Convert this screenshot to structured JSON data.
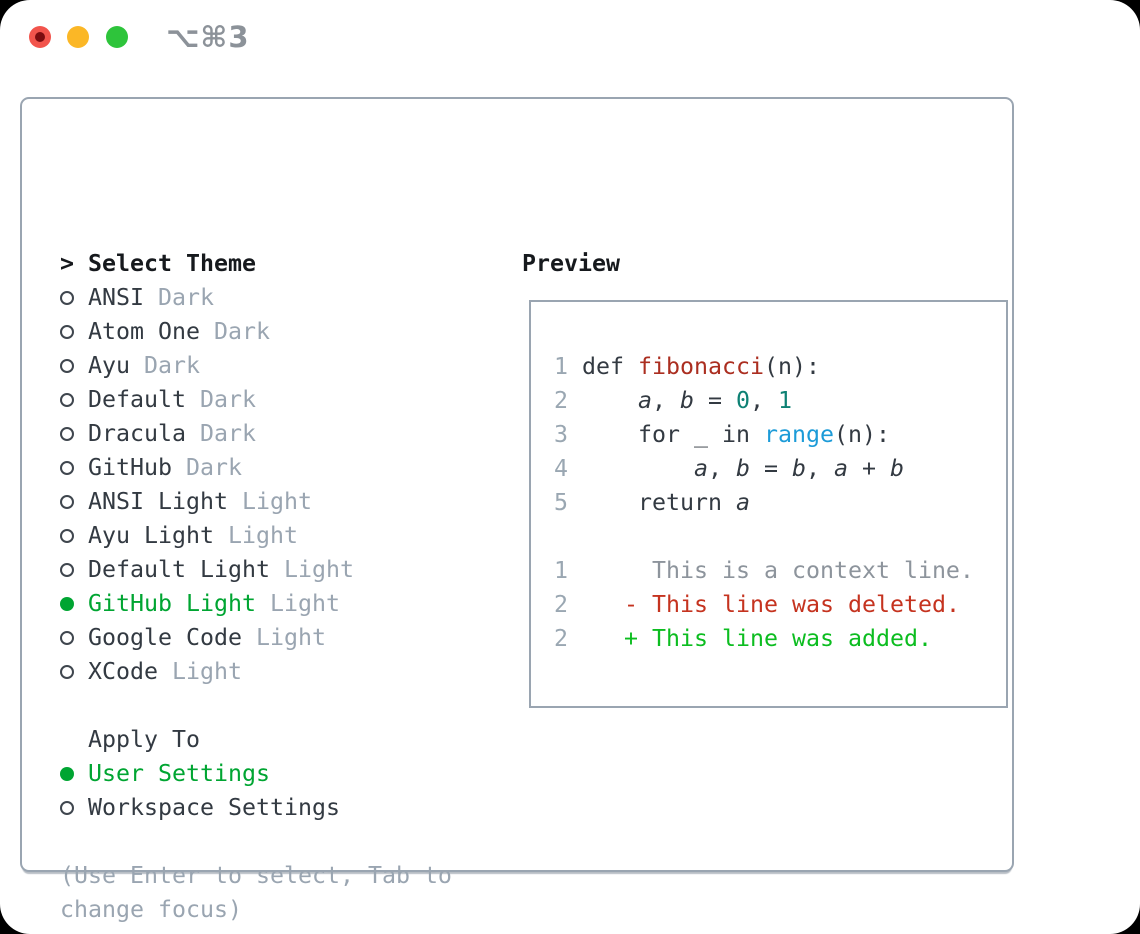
{
  "titlebar": {
    "shortcut": "⌥⌘3",
    "buttons": [
      "close",
      "minimize",
      "zoom"
    ]
  },
  "colors": {
    "accent_green": "#00a532",
    "added_green": "#0cbd20",
    "deleted_red": "#c5331f",
    "function_red": "#ab2e20",
    "number_teal": "#0e8174",
    "builtin_blue": "#1c9bd8",
    "muted_gray": "#9aa5b1",
    "text_dark": "#333a42",
    "border_gray": "#9aa5b1",
    "traffic_red": "#f2544c",
    "traffic_yellow": "#fbb726",
    "traffic_green": "#2ec43b"
  },
  "theme_selector": {
    "title_marker": ">",
    "title": "Select Theme",
    "themes": [
      {
        "name": "ANSI",
        "variant": "Dark",
        "selected": false
      },
      {
        "name": "Atom One",
        "variant": "Dark",
        "selected": false
      },
      {
        "name": "Ayu",
        "variant": "Dark",
        "selected": false
      },
      {
        "name": "Default",
        "variant": "Dark",
        "selected": false
      },
      {
        "name": "Dracula",
        "variant": "Dark",
        "selected": false
      },
      {
        "name": "GitHub",
        "variant": "Dark",
        "selected": false
      },
      {
        "name": "ANSI Light",
        "variant": "Light",
        "selected": false
      },
      {
        "name": "Ayu Light",
        "variant": "Light",
        "selected": false
      },
      {
        "name": "Default Light",
        "variant": "Light",
        "selected": false
      },
      {
        "name": "GitHub Light",
        "variant": "Light",
        "selected": true
      },
      {
        "name": "Google Code",
        "variant": "Light",
        "selected": false
      },
      {
        "name": "XCode",
        "variant": "Light",
        "selected": false
      }
    ],
    "apply_to": {
      "title": "Apply To",
      "options": [
        {
          "name": "User Settings",
          "selected": true
        },
        {
          "name": "Workspace Settings",
          "selected": false
        }
      ]
    },
    "hint_lines": [
      "(Use Enter to select, Tab to",
      "change focus)"
    ]
  },
  "preview": {
    "title": "Preview",
    "code_lines": [
      {
        "tokens": [
          {
            "c": "ln",
            "t": "1"
          },
          {
            "c": "plain",
            "t": " def "
          },
          {
            "c": "fn",
            "t": "fibonacci"
          },
          {
            "c": "plain",
            "t": "(n):"
          }
        ]
      },
      {
        "tokens": [
          {
            "c": "ln",
            "t": "2"
          },
          {
            "c": "plain",
            "t": "     "
          },
          {
            "c": "var",
            "t": "a"
          },
          {
            "c": "plain",
            "t": ", "
          },
          {
            "c": "var",
            "t": "b"
          },
          {
            "c": "plain",
            "t": " = "
          },
          {
            "c": "num",
            "t": "0"
          },
          {
            "c": "plain",
            "t": ", "
          },
          {
            "c": "num",
            "t": "1"
          }
        ]
      },
      {
        "tokens": [
          {
            "c": "ln",
            "t": "3"
          },
          {
            "c": "plain",
            "t": "     for _ in "
          },
          {
            "c": "builtin",
            "t": "range"
          },
          {
            "c": "plain",
            "t": "(n):"
          }
        ]
      },
      {
        "tokens": [
          {
            "c": "ln",
            "t": "4"
          },
          {
            "c": "plain",
            "t": "         "
          },
          {
            "c": "var",
            "t": "a"
          },
          {
            "c": "plain",
            "t": ", "
          },
          {
            "c": "var",
            "t": "b"
          },
          {
            "c": "plain",
            "t": " = "
          },
          {
            "c": "var",
            "t": "b"
          },
          {
            "c": "plain",
            "t": ", "
          },
          {
            "c": "var",
            "t": "a"
          },
          {
            "c": "plain",
            "t": " + "
          },
          {
            "c": "var",
            "t": "b"
          }
        ]
      },
      {
        "tokens": [
          {
            "c": "ln",
            "t": "5"
          },
          {
            "c": "plain",
            "t": "     return "
          },
          {
            "c": "var",
            "t": "a"
          }
        ]
      },
      {
        "tokens": []
      },
      {
        "tokens": [
          {
            "c": "ln",
            "t": "1"
          },
          {
            "c": "context",
            "t": "      This is a context line."
          }
        ]
      },
      {
        "tokens": [
          {
            "c": "ln",
            "t": "2"
          },
          {
            "c": "plain",
            "t": "    "
          },
          {
            "c": "del",
            "t": "- This line was deleted."
          }
        ]
      },
      {
        "tokens": [
          {
            "c": "ln",
            "t": "2"
          },
          {
            "c": "plain",
            "t": "    "
          },
          {
            "c": "add",
            "t": "+ This line was added."
          }
        ]
      }
    ]
  }
}
